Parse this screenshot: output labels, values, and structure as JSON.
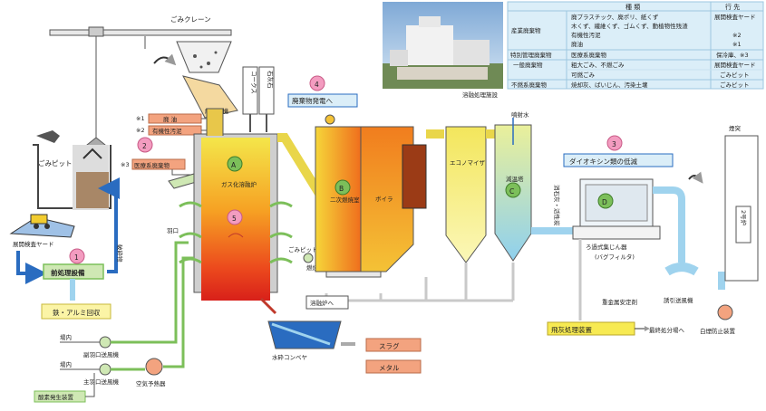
{
  "crane": {
    "label": "ごみクレーン"
  },
  "pit": {
    "label": "ごみピット"
  },
  "yard": {
    "label": "展開検査ヤード"
  },
  "pretreat": {
    "num": "1",
    "label": "前処理設備"
  },
  "metal_recovery": {
    "label": "鉄・アルミ回収"
  },
  "crushed": {
    "label": "破砕物"
  },
  "feed_conveyor": {
    "label": "給じん機"
  },
  "feed_note1": {
    "mark": "※1",
    "label": "廃 油"
  },
  "feed_note2": {
    "mark": "※2",
    "label": "有機性汚泥"
  },
  "medical": {
    "num": "2",
    "mark": "※3",
    "label": "医療系廃棄物"
  },
  "coke": {
    "label": "コークス"
  },
  "limestone": {
    "label": "石灰石"
  },
  "power": {
    "num": "4",
    "label": "廃棄物発電へ"
  },
  "melter": {
    "letter": "A",
    "label": "ガス化溶融炉",
    "num": "5"
  },
  "tuyere": {
    "label": "羽口"
  },
  "waste_pit2": {
    "label": "ごみピット"
  },
  "combustion_fan": {
    "label": "燃焼空気送風機"
  },
  "secondary": {
    "letter": "B",
    "label": "二次燃焼室"
  },
  "boiler": {
    "label": "ボイラ"
  },
  "economizer": {
    "label": "エコノマイザ"
  },
  "spray_water": {
    "label": "噴射水"
  },
  "cooling_tower": {
    "letter": "C",
    "label": "減温塔"
  },
  "dioxin": {
    "num": "3",
    "label": "ダイオキシン類の低減"
  },
  "chemicals": {
    "label": "消石灰・活性炭"
  },
  "bag_filter": {
    "letter": "D",
    "label": "ろ過式集じん器",
    "sub": "(バグフィルタ)"
  },
  "fly_ash": {
    "label": "飛灰処理装置"
  },
  "heavy_metal": {
    "label": "重金属安定剤"
  },
  "final_disposal": {
    "label": "最終処分場へ"
  },
  "induced_fan": {
    "label": "誘引送風機"
  },
  "white_smoke": {
    "label": "白煙防止装置"
  },
  "stack": {
    "label": "煙突"
  },
  "stack2": {
    "label": "2号炉"
  },
  "to_melter": {
    "label": "溶融炉へ"
  },
  "water_conveyor": {
    "label": "水砕コンベヤ"
  },
  "slag": {
    "label": "スラグ"
  },
  "metal": {
    "label": "メタル"
  },
  "indoor1": {
    "label": "場内"
  },
  "indoor2": {
    "label": "場内"
  },
  "sub_fan": {
    "label": "副羽口送風機"
  },
  "main_fan": {
    "label": "主羽口送風機"
  },
  "preheater": {
    "label": "空気予熱器"
  },
  "oxygen": {
    "label": "酸素発生装置"
  },
  "photo_caption": {
    "label": "溶融処理施設"
  },
  "table": {
    "headers": [
      "種 類",
      "行 先"
    ],
    "groups": [
      {
        "name": "産業廃棄物",
        "rows": [
          {
            "kind": "廃プラスチック、廃ポリ、紙くず",
            "dest": "展開検査ヤード"
          },
          {
            "kind": "木くず、繊維くず、ゴムくず、動植物性残渣",
            "dest": ""
          },
          {
            "kind": "有機性汚泥",
            "dest": "※2"
          },
          {
            "kind": "廃油",
            "dest": "※1"
          }
        ]
      },
      {
        "name": "特別管理廃棄物",
        "rows": [
          {
            "kind": "医療系廃棄物",
            "dest": "保冷庫、※3"
          }
        ]
      },
      {
        "name": "一般廃棄物",
        "rows": [
          {
            "kind": "粗大ごみ、不燃ごみ",
            "dest": "展開検査ヤード"
          },
          {
            "kind": "可燃ごみ",
            "dest": "ごみピット"
          }
        ]
      },
      {
        "name": "不燃系廃棄物",
        "rows": [
          {
            "kind": "焼却灰、ばいじん、汚染土壌",
            "dest": "ごみピット"
          }
        ]
      }
    ]
  },
  "colors": {
    "pipe_blue": "#2a6cc0",
    "light_blue": "#9fd3ee",
    "yellow": "#f4e64a",
    "pale_yellow": "#fbf4a6",
    "orange": "#f08a1c",
    "red": "#e2291c",
    "pink": "#f39cc0",
    "green_box": "#cfe8b4",
    "green_border": "#7cbf5a",
    "salmon": "#f3a37f",
    "gray": "#bdbdbd"
  }
}
